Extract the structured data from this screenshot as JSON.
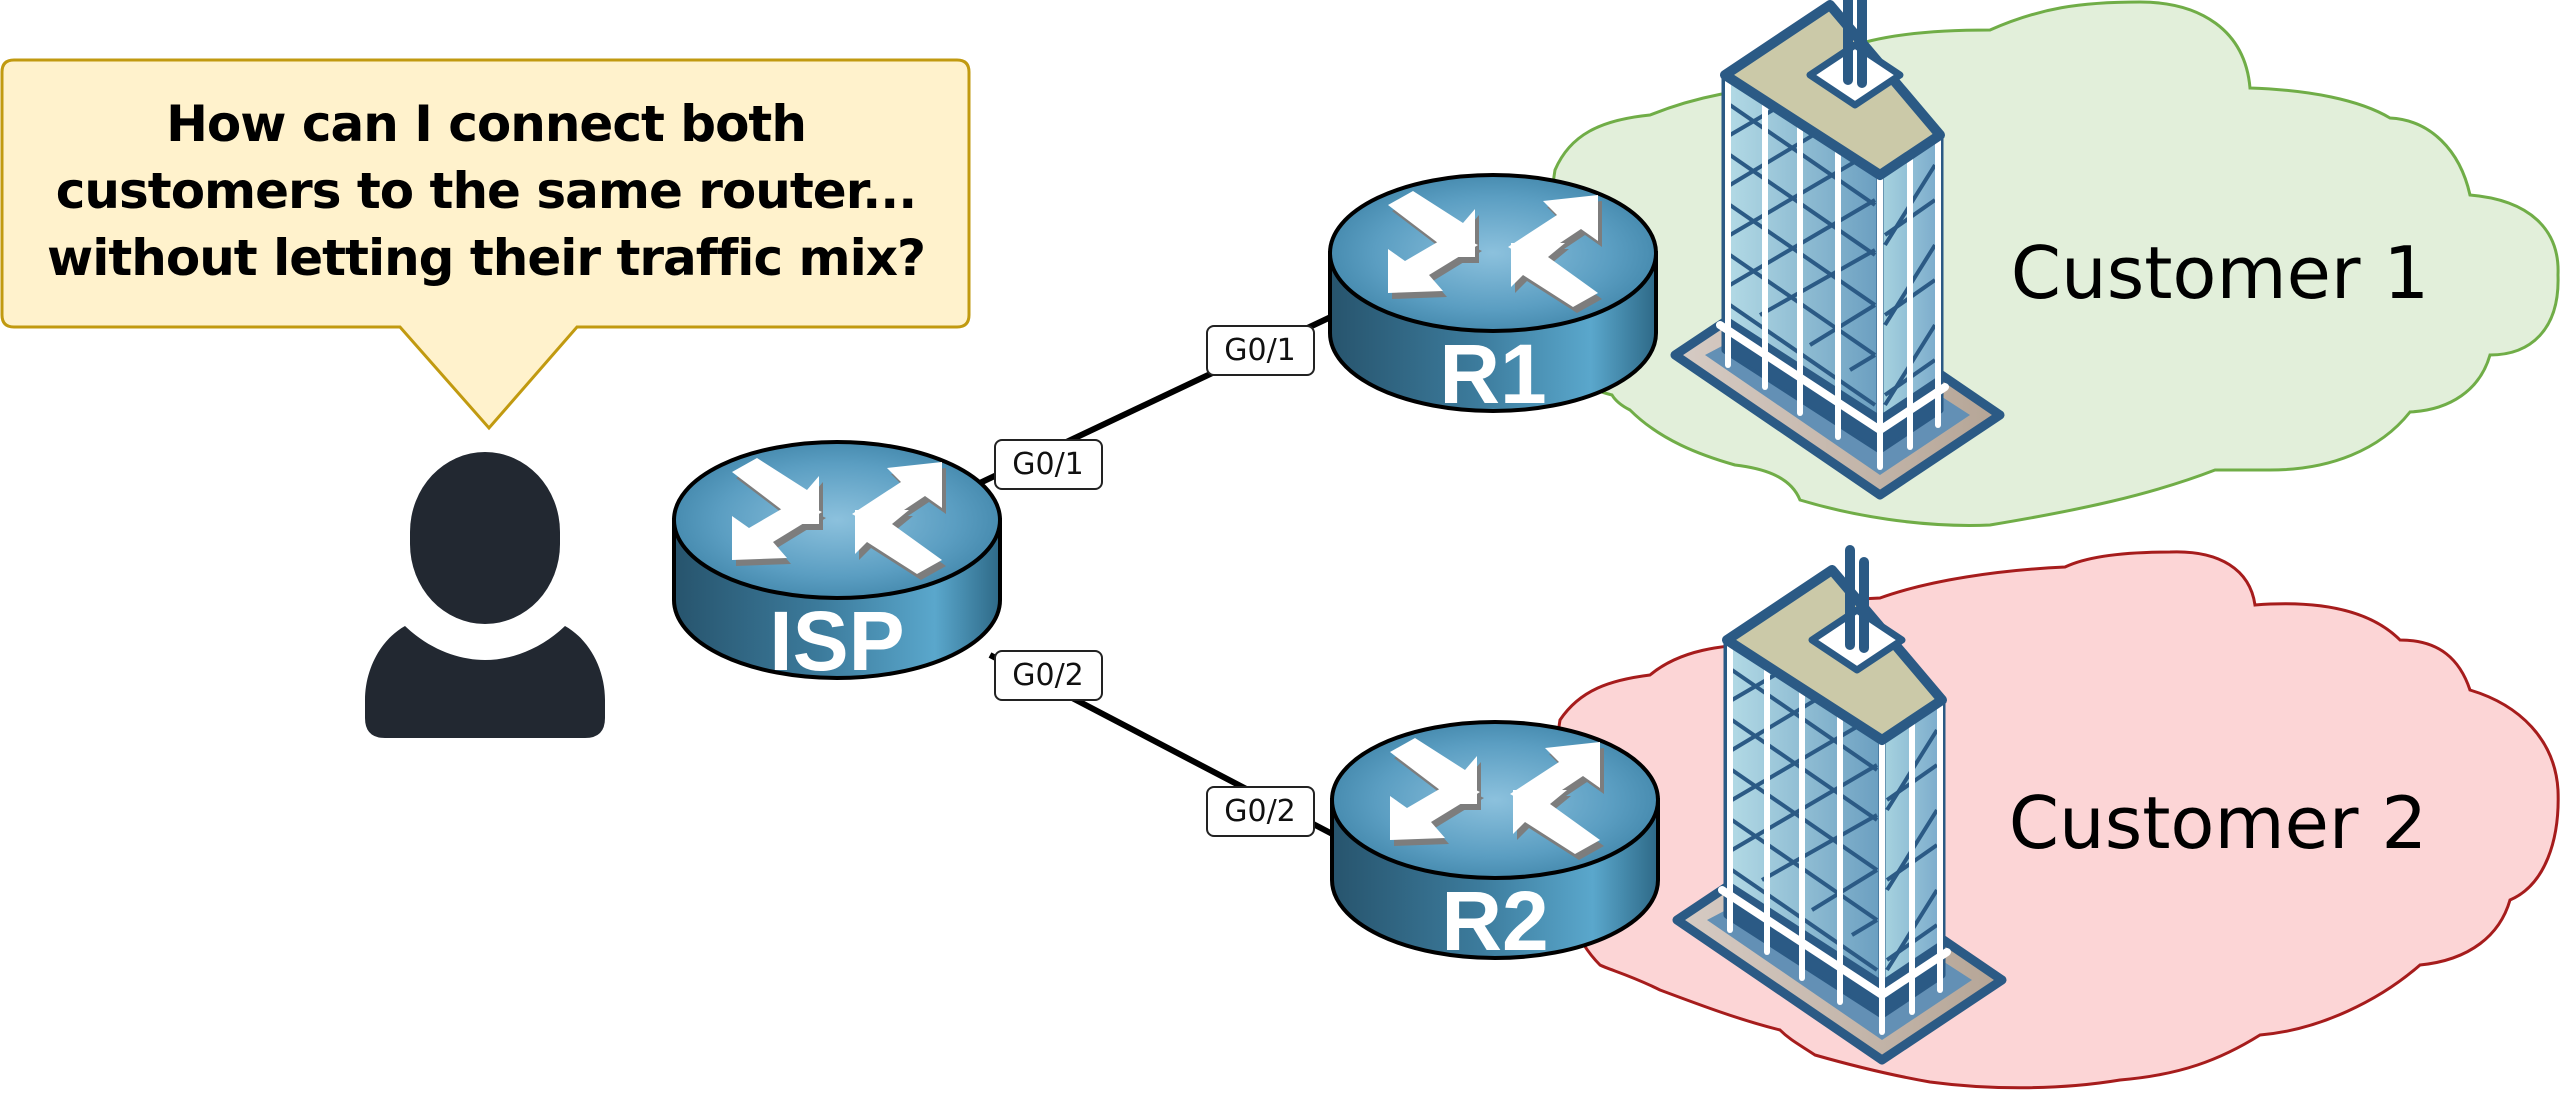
{
  "diagram": {
    "speech_bubble": {
      "lines": [
        "How can I connect both",
        "customers to the same router...",
        "without letting their traffic mix?"
      ],
      "fill": "#fff2cc",
      "stroke": "#c19a10"
    },
    "person": {
      "icon": "person-icon",
      "color": "#222831"
    },
    "routers": [
      {
        "id": "isp",
        "label": "ISP",
        "icon": "router-icon"
      },
      {
        "id": "r1",
        "label": "R1",
        "icon": "router-icon"
      },
      {
        "id": "r2",
        "label": "R2",
        "icon": "router-icon"
      }
    ],
    "links": [
      {
        "from": "ISP",
        "from_port": "G0/1",
        "to": "R1",
        "to_port": "G0/1"
      },
      {
        "from": "ISP",
        "from_port": "G0/2",
        "to": "R2",
        "to_port": "G0/2"
      }
    ],
    "customers": [
      {
        "label": "Customer 1",
        "icon": "office-building-icon",
        "cloud_fill": "#e2efda",
        "cloud_stroke": "#70ad47"
      },
      {
        "label": "Customer 2",
        "icon": "office-building-icon",
        "cloud_fill": "#fcd5d6",
        "cloud_stroke": "#a61c1c"
      }
    ],
    "colors": {
      "router_top": "#4d93b8",
      "router_side": "#2f6a8a",
      "link": "#000000"
    }
  }
}
